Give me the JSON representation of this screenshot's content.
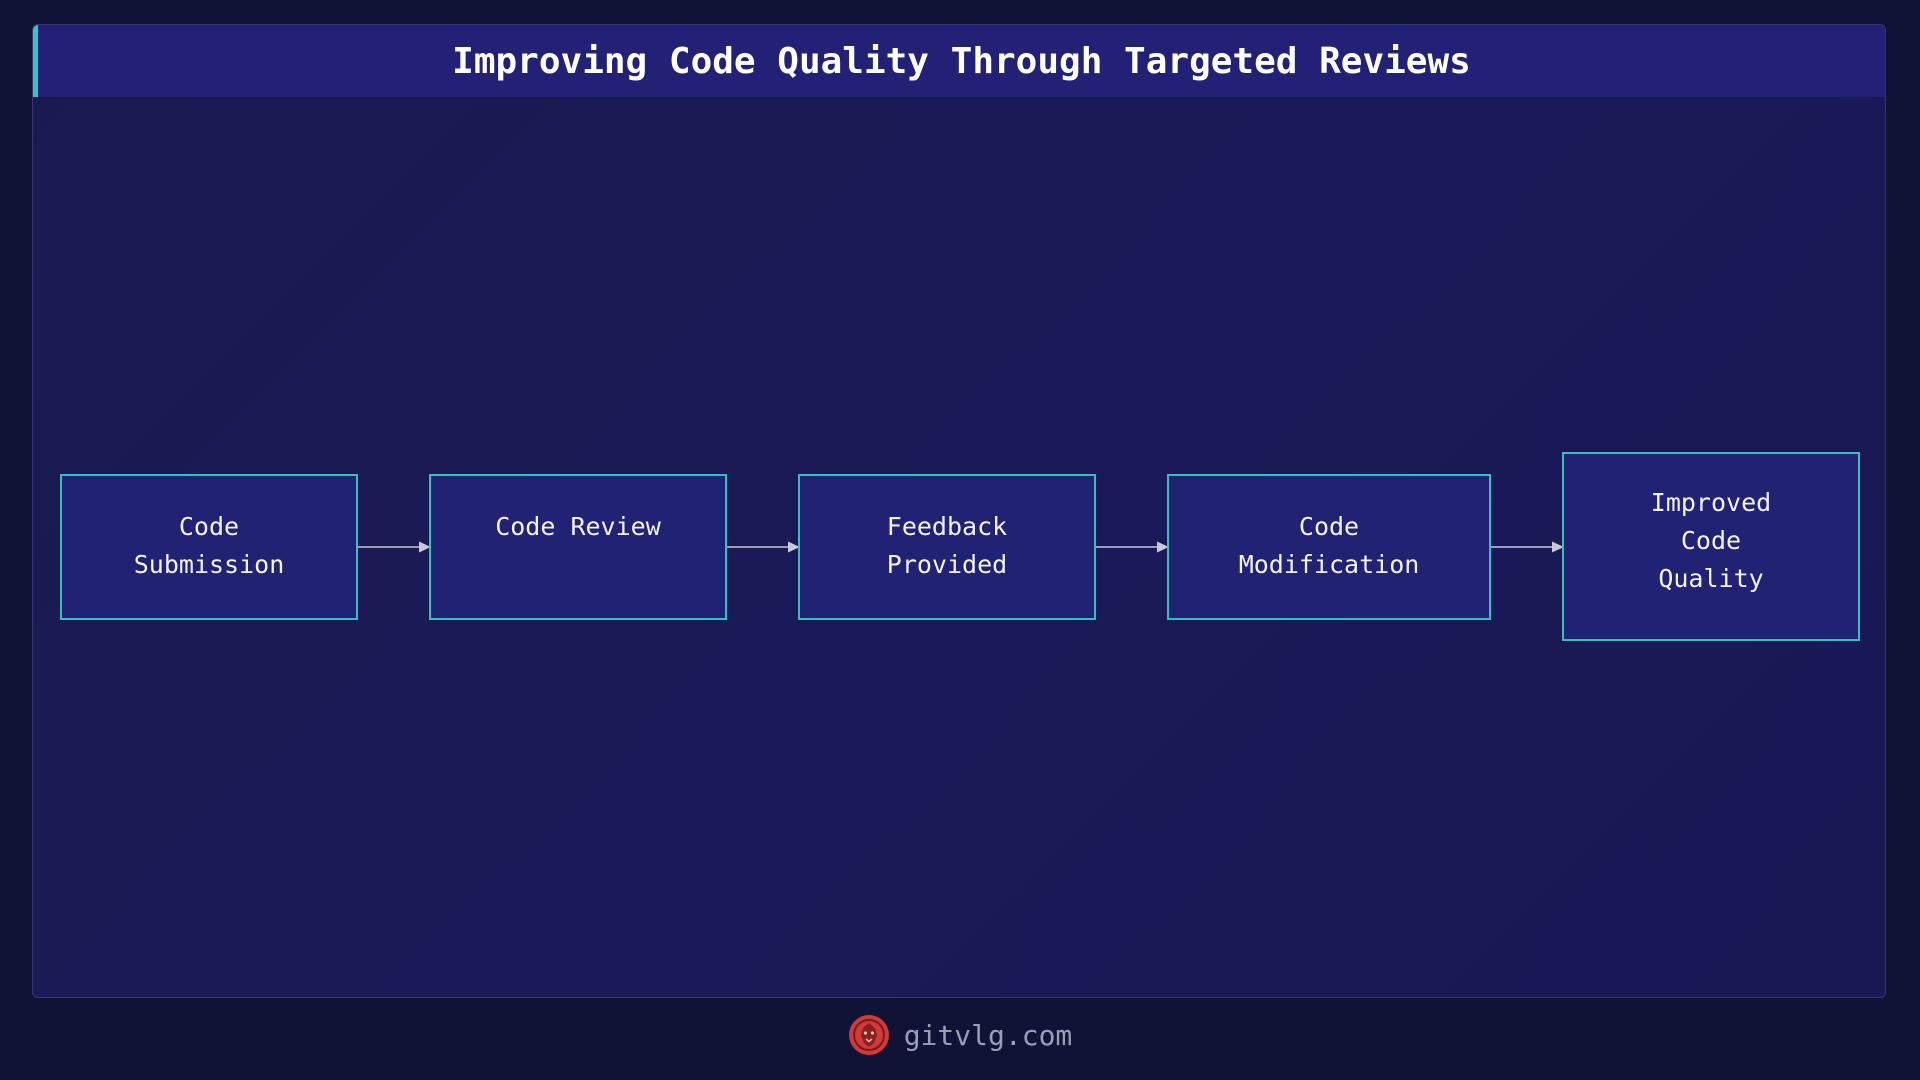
{
  "title": "Improving Code Quality Through Targeted Reviews",
  "nodes": [
    {
      "id": "code-submission",
      "label": "Code\nSubmission"
    },
    {
      "id": "code-review",
      "label": "Code Review"
    },
    {
      "id": "feedback-provided",
      "label": "Feedback\nProvided"
    },
    {
      "id": "code-modification",
      "label": "Code\nModification"
    },
    {
      "id": "improved-code-quality",
      "label": "Improved\nCode\nQuality"
    }
  ],
  "edges": [
    {
      "from": "code-submission",
      "to": "code-review"
    },
    {
      "from": "code-review",
      "to": "feedback-provided"
    },
    {
      "from": "feedback-provided",
      "to": "code-modification"
    },
    {
      "from": "code-modification",
      "to": "improved-code-quality"
    }
  ],
  "footer": {
    "site": "gitvlg.com",
    "logo_icon": "lion-head-icon"
  },
  "colors": {
    "background": "#111336",
    "title_bar": "#222176",
    "accent": "#2fc8c4",
    "node_fill": "#222274",
    "node_border": "#3dbcc0",
    "arrow": "#c8c8d8",
    "logo": "#d13a3a"
  }
}
